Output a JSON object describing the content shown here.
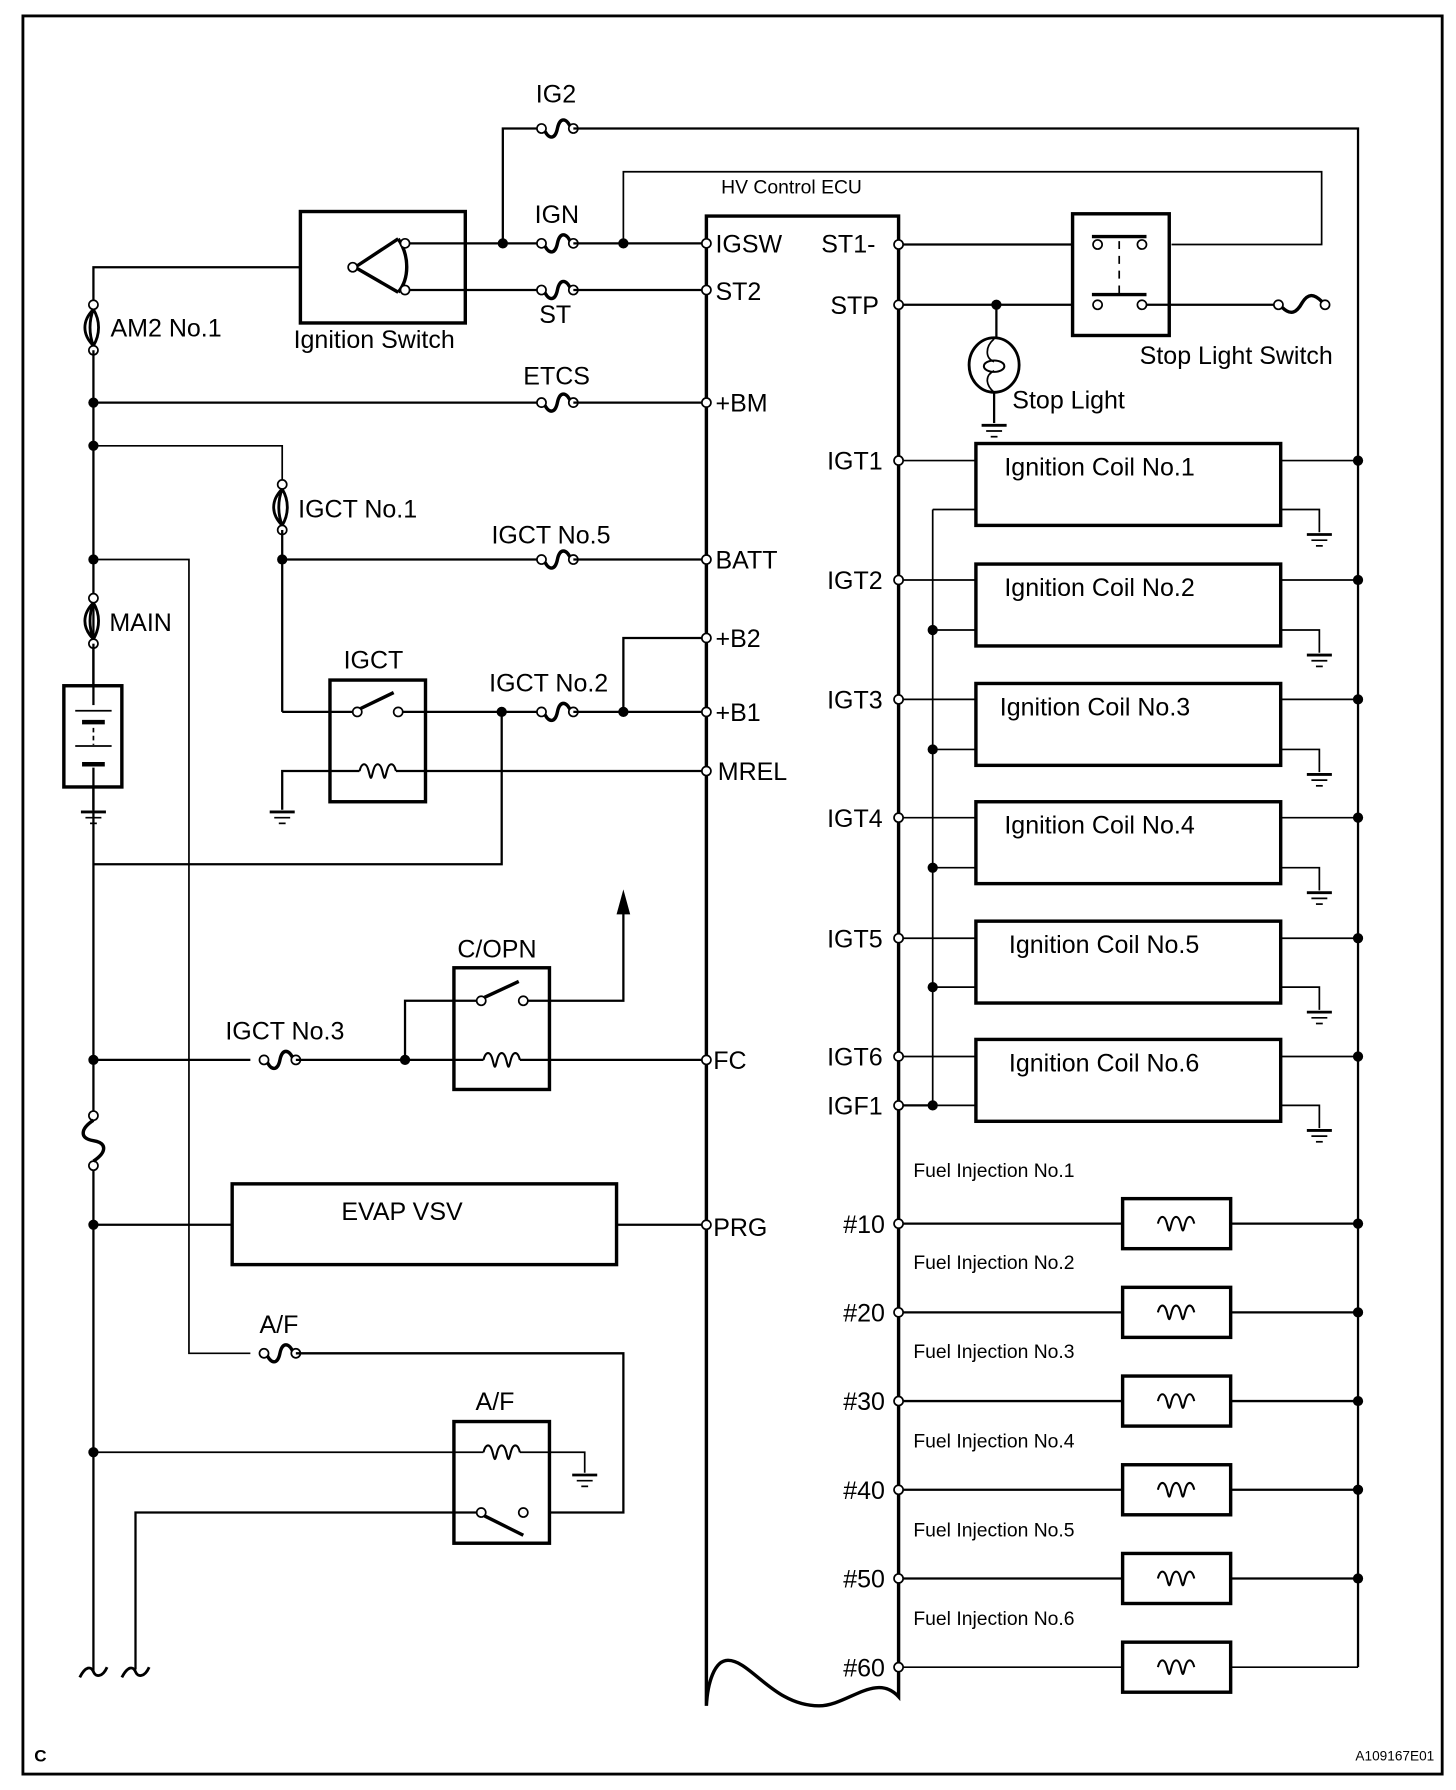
{
  "diagram": {
    "figure_id": "A109167E01",
    "corner_mark": "C",
    "ecu_title": "HV Control ECU",
    "components": {
      "ignition_switch": "Ignition Switch",
      "stop_light_switch": "Stop Light Switch",
      "stop_light": "Stop Light",
      "igct_relay": "IGCT",
      "copn_relay": "C/OPN",
      "af_relay": "A/F",
      "evap_vsv": "EVAP VSV",
      "ignition_coils": [
        "Ignition Coil No.1",
        "Ignition Coil No.2",
        "Ignition Coil No.3",
        "Ignition Coil No.4",
        "Ignition Coil No.5",
        "Ignition Coil No.6"
      ],
      "fuel_injectors": [
        "Fuel Injection No.1",
        "Fuel Injection No.2",
        "Fuel Injection No.3",
        "Fuel Injection No.4",
        "Fuel Injection No.5",
        "Fuel Injection No.6"
      ]
    },
    "fuses": {
      "ig2": "IG2",
      "ign": "IGN",
      "st": "ST",
      "am2": "AM2 No.1",
      "etcs": "ETCS",
      "igct1": "IGCT No.1",
      "igct5": "IGCT No.5",
      "main": "MAIN",
      "igct2": "IGCT No.2",
      "igct3": "IGCT No.3",
      "af": "A/F"
    },
    "ecu_pins_left": [
      "IGSW",
      "ST2",
      "+BM",
      "BATT",
      "+B2",
      "+B1",
      "MREL",
      "FC",
      "PRG"
    ],
    "ecu_pins_right": [
      "ST1-",
      "STP",
      "IGT1",
      "IGT2",
      "IGT3",
      "IGT4",
      "IGT5",
      "IGT6",
      "IGF1",
      "#10",
      "#20",
      "#30",
      "#40",
      "#50",
      "#60"
    ]
  }
}
